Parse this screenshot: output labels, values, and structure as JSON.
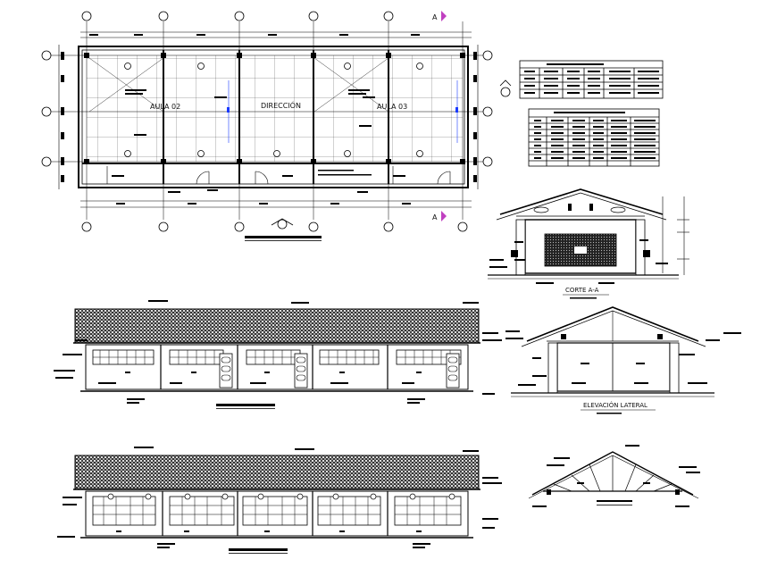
{
  "drawing": {
    "plan": {
      "rooms": [
        "AULA 02",
        "DIRECCIÓN",
        "AULA 03"
      ],
      "section_marker": "A"
    },
    "section": {
      "title": "CORTE  A-A"
    },
    "side_elevation": {
      "title": "ELEVACIÓN  LATERAL"
    },
    "colors": {
      "line": "#000000",
      "accent": "#1a3aff",
      "background": "#ffffff"
    }
  }
}
